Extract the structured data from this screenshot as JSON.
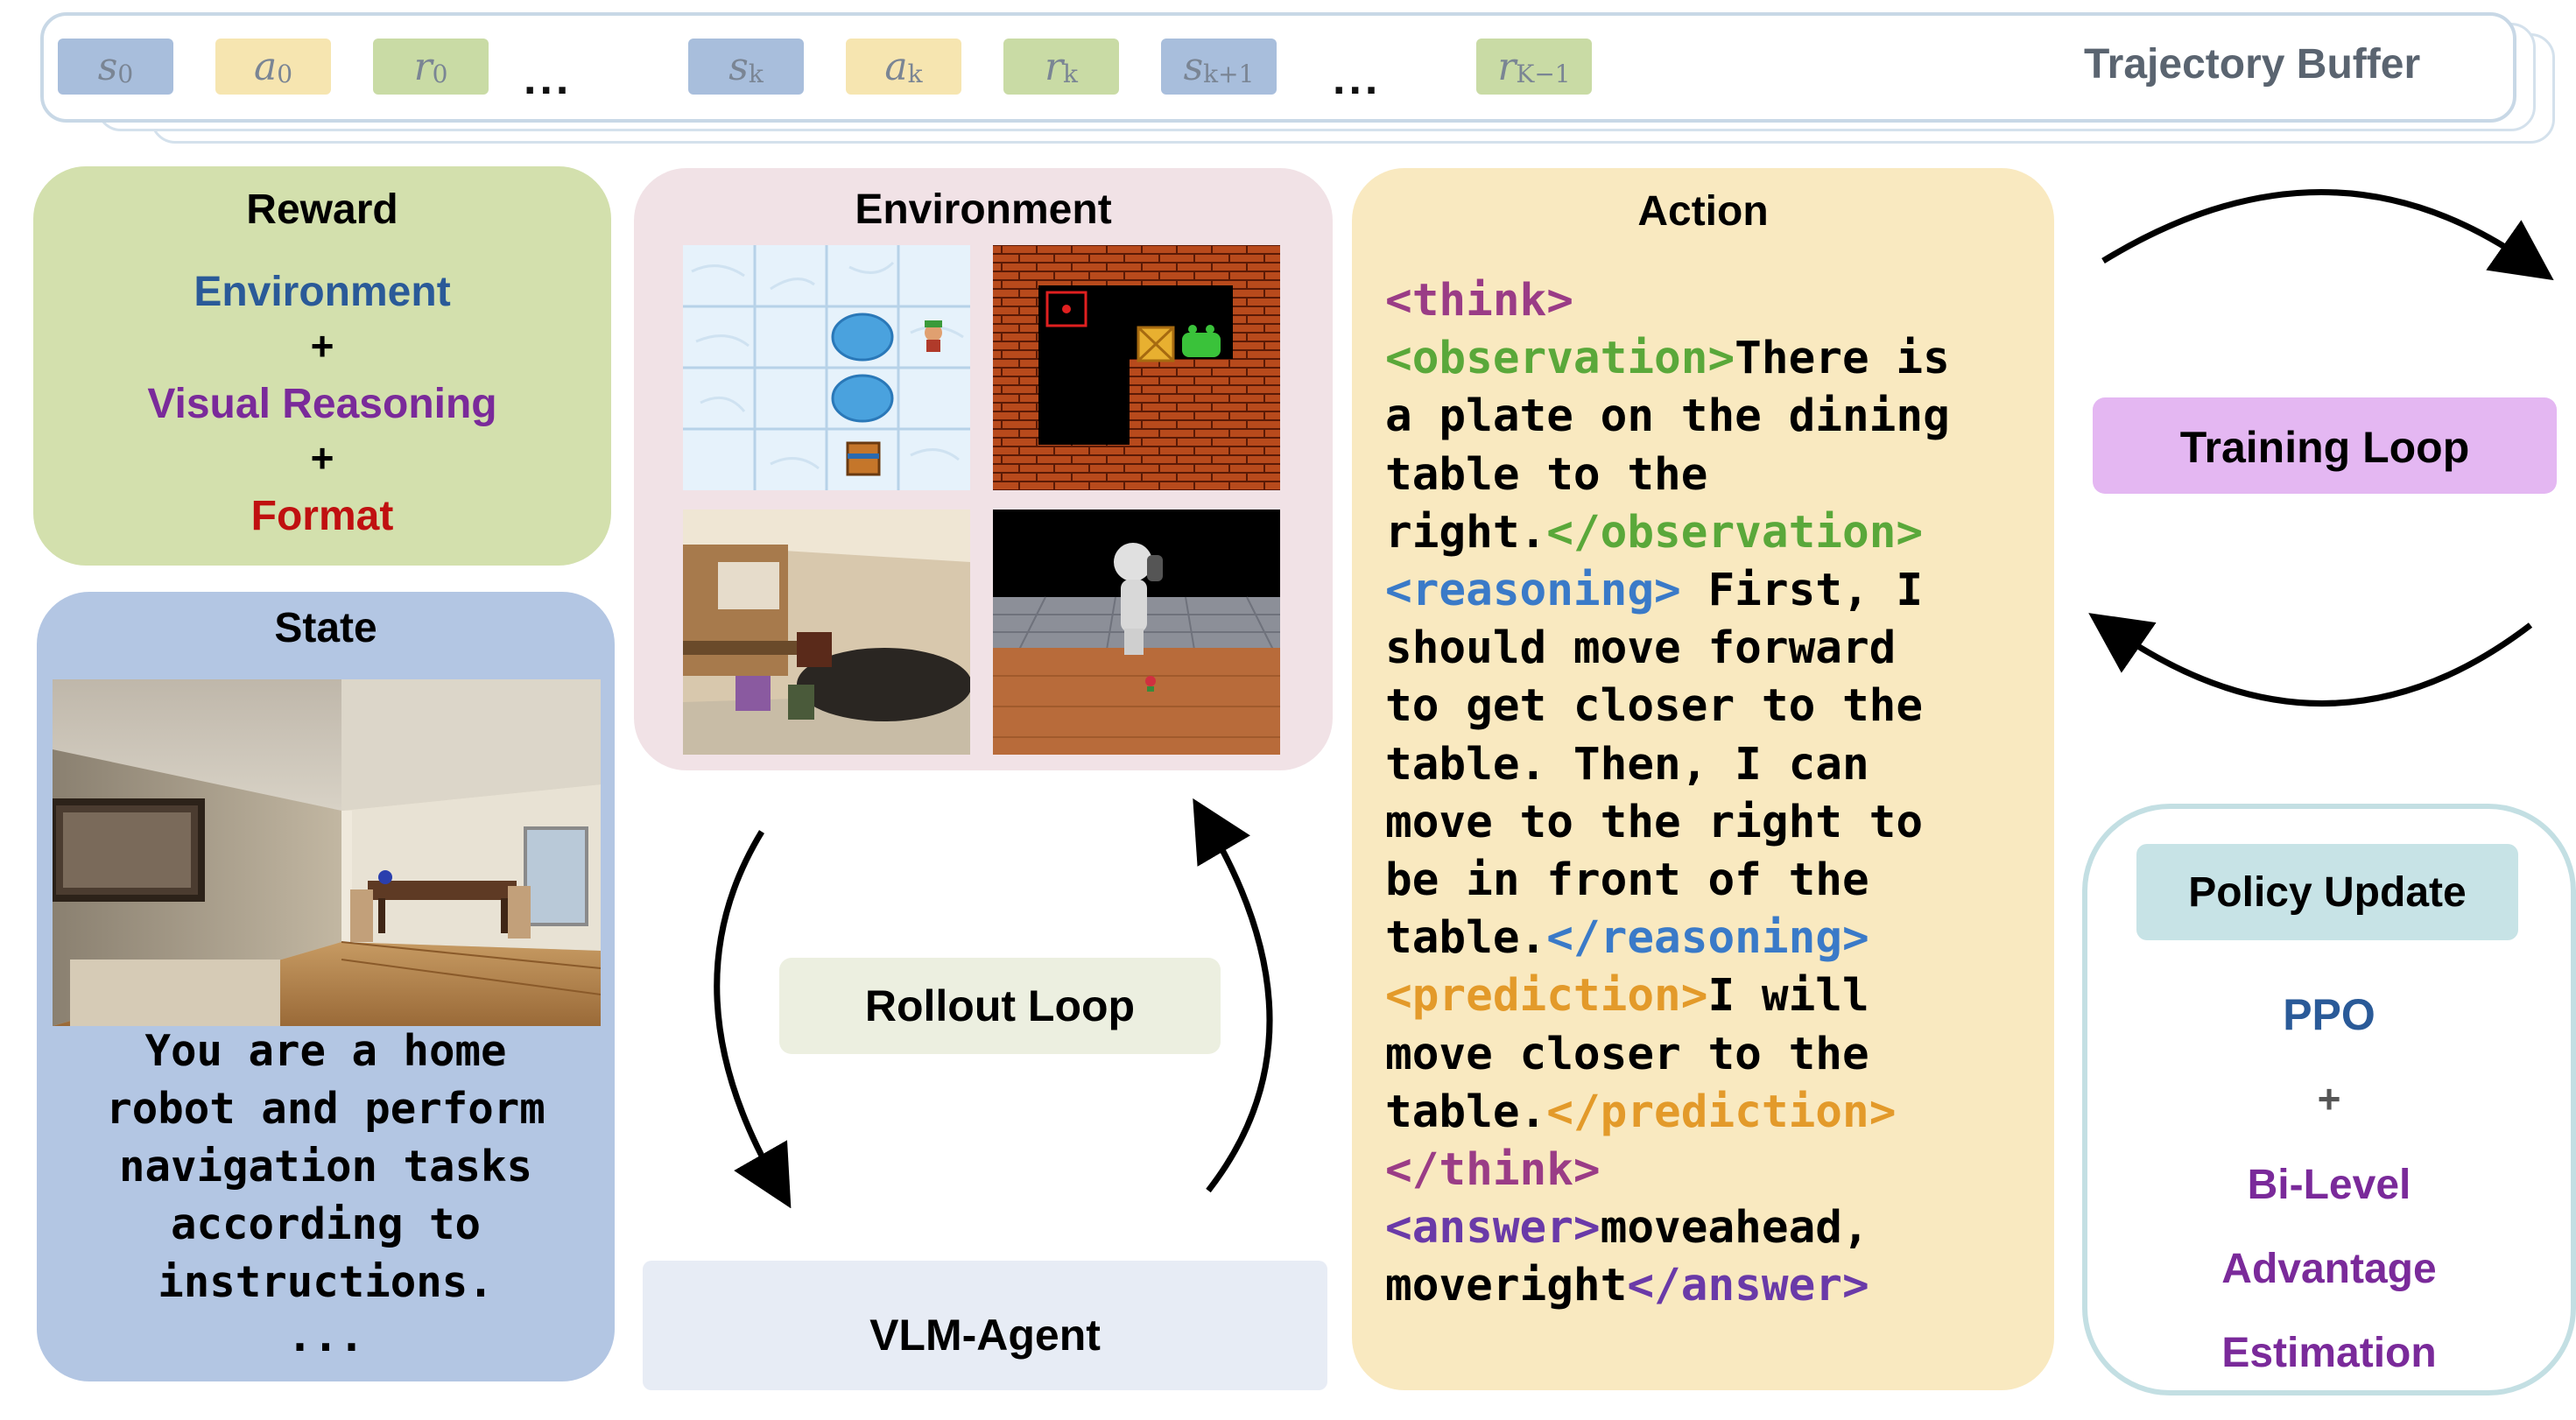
{
  "trajectory_buffer": {
    "title": "Trajectory Buffer",
    "tokens": [
      {
        "sym": "s",
        "sub": "0"
      },
      {
        "sym": "a",
        "sub": "0"
      },
      {
        "sym": "r",
        "sub": "0"
      },
      {
        "sym": "s",
        "sub": "k"
      },
      {
        "sym": "a",
        "sub": "k"
      },
      {
        "sym": "r",
        "sub": "k"
      },
      {
        "sym": "s",
        "sub": "k+1"
      },
      {
        "sym": "r",
        "sub": "K−1"
      }
    ],
    "ellipsis": "..."
  },
  "reward": {
    "title": "Reward",
    "line1": "Environment",
    "plus": "+",
    "line2": "Visual Reasoning",
    "line3": "Format"
  },
  "state": {
    "title": "State",
    "prompt_lines": [
      "You are a home",
      "robot and perform",
      "navigation tasks",
      "according to",
      "instructions.",
      "..."
    ]
  },
  "environment": {
    "title": "Environment"
  },
  "rollout": {
    "label": "Rollout Loop"
  },
  "agent": {
    "label": "VLM-Agent"
  },
  "action": {
    "title": "Action",
    "lines": [
      [
        {
          "t": "<think>",
          "c": "purple"
        }
      ],
      [
        {
          "t": "<observation>",
          "c": "green"
        },
        {
          "t": "There is",
          "c": "black"
        }
      ],
      [
        {
          "t": "a plate on the dining",
          "c": "black"
        }
      ],
      [
        {
          "t": "table to the",
          "c": "black"
        }
      ],
      [
        {
          "t": "right.",
          "c": "black"
        },
        {
          "t": "</observation>",
          "c": "green"
        }
      ],
      [
        {
          "t": "<reasoning>",
          "c": "blue"
        },
        {
          "t": " First, I",
          "c": "black"
        }
      ],
      [
        {
          "t": "should move forward",
          "c": "black"
        }
      ],
      [
        {
          "t": "to get closer to the",
          "c": "black"
        }
      ],
      [
        {
          "t": "table. Then, I can",
          "c": "black"
        }
      ],
      [
        {
          "t": "move to the right to",
          "c": "black"
        }
      ],
      [
        {
          "t": "be in front of the",
          "c": "black"
        }
      ],
      [
        {
          "t": "table.",
          "c": "black"
        },
        {
          "t": "</reasoning>",
          "c": "blue"
        }
      ],
      [
        {
          "t": "<prediction>",
          "c": "orange"
        },
        {
          "t": "I will",
          "c": "black"
        }
      ],
      [
        {
          "t": "move closer to the",
          "c": "black"
        }
      ],
      [
        {
          "t": "table.",
          "c": "black"
        },
        {
          "t": "</prediction>",
          "c": "orange"
        }
      ],
      [
        {
          "t": "</think>",
          "c": "purple"
        }
      ],
      [
        {
          "t": "<answer>",
          "c": "violet"
        },
        {
          "t": "moveahead,",
          "c": "black"
        }
      ],
      [
        {
          "t": "moveright",
          "c": "black"
        },
        {
          "t": "</answer>",
          "c": "violet"
        }
      ]
    ]
  },
  "training": {
    "label": "Training Loop"
  },
  "policy": {
    "title": "Policy Update",
    "ppo": "PPO",
    "plus": "+",
    "line1": "Bi-Level",
    "line2": "Advantage",
    "line3": "Estimation"
  },
  "colors": {
    "reward_bg": "#d3e0ad",
    "state_bg": "#b3c6e3",
    "env_bg": "#f1e2e6",
    "action_bg": "#f9e9c0",
    "training_bg": "#e4b7f2",
    "policy_head_bg": "#c7e3e6",
    "rollout_bg": "#ecefe0",
    "agent_bg": "#e7ecf5",
    "blue_text": "#2a5a98",
    "purple_text": "#7a2a9a",
    "red_text": "#c01010"
  }
}
